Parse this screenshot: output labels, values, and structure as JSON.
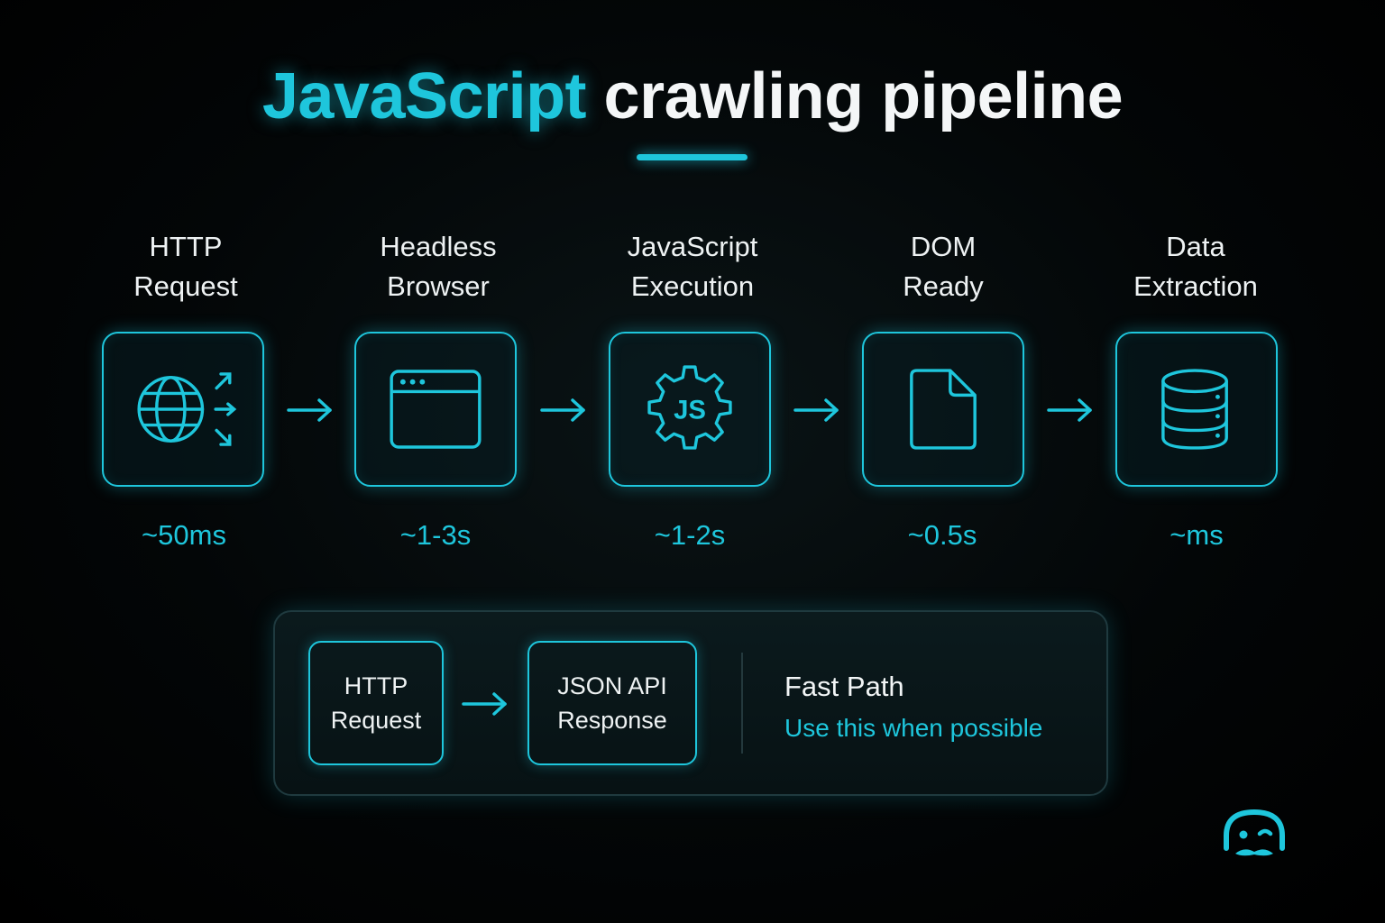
{
  "title": {
    "accent": "JavaScript",
    "rest": "crawling pipeline"
  },
  "steps": [
    {
      "line1": "HTTP",
      "line2": "Request",
      "time": "~50ms",
      "icon": "globe-requests-icon"
    },
    {
      "line1": "Headless",
      "line2": "Browser",
      "time": "~1-3s",
      "icon": "browser-window-icon"
    },
    {
      "line1": "JavaScript",
      "line2": "Execution",
      "time": "~1-2s",
      "icon": "js-gear-icon",
      "icon_text": "JS"
    },
    {
      "line1": "DOM",
      "line2": "Ready",
      "time": "~0.5s",
      "icon": "document-icon"
    },
    {
      "line1": "Data",
      "line2": "Extraction",
      "time": "~ms",
      "icon": "database-icon"
    }
  ],
  "fast_path": {
    "box1": {
      "line1": "HTTP",
      "line2": "Request"
    },
    "box2": {
      "line1": "JSON API",
      "line2": "Response"
    },
    "title": "Fast Path",
    "subtitle": "Use this when possible"
  },
  "logo_icon": "mascot-face-icon",
  "colors": {
    "accent": "#1ec6dc",
    "background": "#000000",
    "text": "#f2f5f6"
  }
}
